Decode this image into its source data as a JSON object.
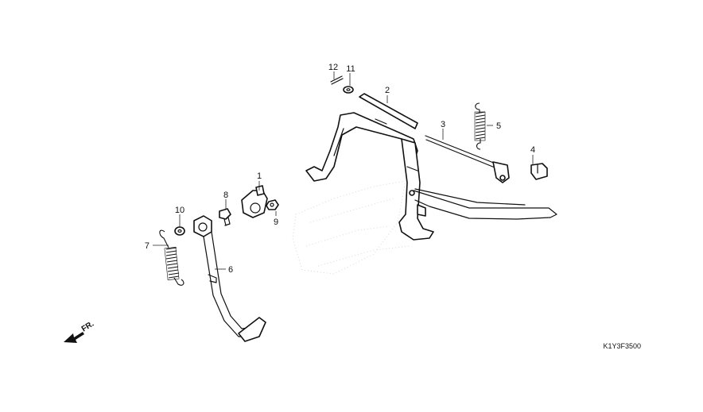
{
  "diagram": {
    "callouts": [
      {
        "id": "1",
        "label": "1"
      },
      {
        "id": "2",
        "label": "2"
      },
      {
        "id": "3",
        "label": "3"
      },
      {
        "id": "4",
        "label": "4"
      },
      {
        "id": "5",
        "label": "5"
      },
      {
        "id": "6",
        "label": "6"
      },
      {
        "id": "7",
        "label": "7"
      },
      {
        "id": "8",
        "label": "8"
      },
      {
        "id": "9",
        "label": "9"
      },
      {
        "id": "10",
        "label": "10"
      },
      {
        "id": "11",
        "label": "11"
      },
      {
        "id": "12",
        "label": "12"
      }
    ],
    "direction_label": "FR.",
    "diagram_code": "K1Y3F3500"
  }
}
